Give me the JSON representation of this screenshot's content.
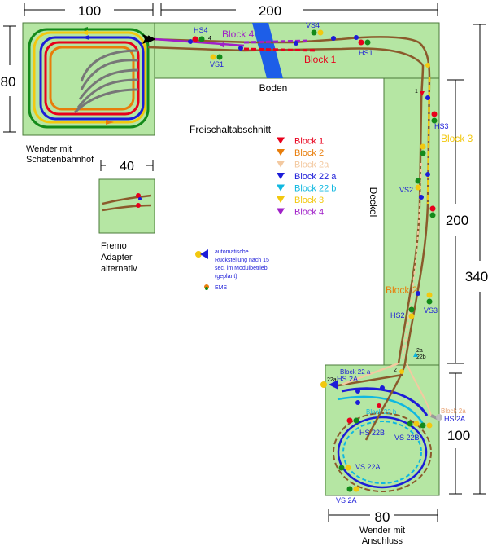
{
  "dimensions": {
    "top_left_width": "100",
    "top_right_width": "200",
    "left_height": "80",
    "right_height": "200",
    "total_height": "340",
    "bottom_right_height": "100",
    "bottom_width": "80",
    "adapter_width": "40"
  },
  "modules": {
    "wender_top_line1": "Wender mit",
    "wender_top_line2": "Schattenbahnhof",
    "adapter_line1": "Fremo",
    "adapter_line2": "Adapter",
    "adapter_line3": "alternativ",
    "boden": "Boden",
    "deckel": "Deckel",
    "wender_bottom_line1": "Wender mit",
    "wender_bottom_line2": "Anschluss"
  },
  "legend": {
    "title": "Freischaltabschnitt",
    "items": [
      {
        "label": "Block 1",
        "color": "#e8001c"
      },
      {
        "label": "Block 2",
        "color": "#e87d0a"
      },
      {
        "label": "Block 2a",
        "color": "#f3c9a0"
      },
      {
        "label": "Block 22 a",
        "color": "#1c1cd8"
      },
      {
        "label": "Block 22 b",
        "color": "#10b8e0"
      },
      {
        "label": "Block 3",
        "color": "#f2c80f"
      },
      {
        "label": "Block 4",
        "color": "#a020c8"
      }
    ],
    "auto_return_line1": "automatische",
    "auto_return_line2": "Rückstellung nach 15",
    "auto_return_line3": "sec. im Modulbetrieb",
    "auto_return_line4": "(geplant)",
    "ems": "EMS"
  },
  "track_labels": {
    "block4": "Block 4",
    "block1": "Block 1",
    "block3": "Block 3",
    "block2": "Block 2",
    "hs4": "HS4",
    "vs4": "VS4",
    "vs1": "VS1",
    "hs1": "HS1",
    "hs3": "HS3",
    "vs2": "VS2",
    "hs2": "HS2",
    "vs3": "VS3",
    "n1": "1",
    "n4": "4",
    "n2": "2",
    "s2a": "2a",
    "s22b": "22b",
    "block22a": "Block 22 a",
    "hs2a_left": "HS 2A",
    "s22a": "22a",
    "block22b": "Block 22 b",
    "hs22b": "HS 22B",
    "vs22b": "VS 22B",
    "vs22a": "VS 22A",
    "vs2a": "VS 2A",
    "block2a": "Block 2a",
    "hs2a_right": "HS 2A"
  },
  "colors": {
    "module_fill": "#b5e6a3",
    "module_border": "#4a7a3a",
    "track_brown": "#8b5a2b",
    "river": "#1d5ee8"
  }
}
